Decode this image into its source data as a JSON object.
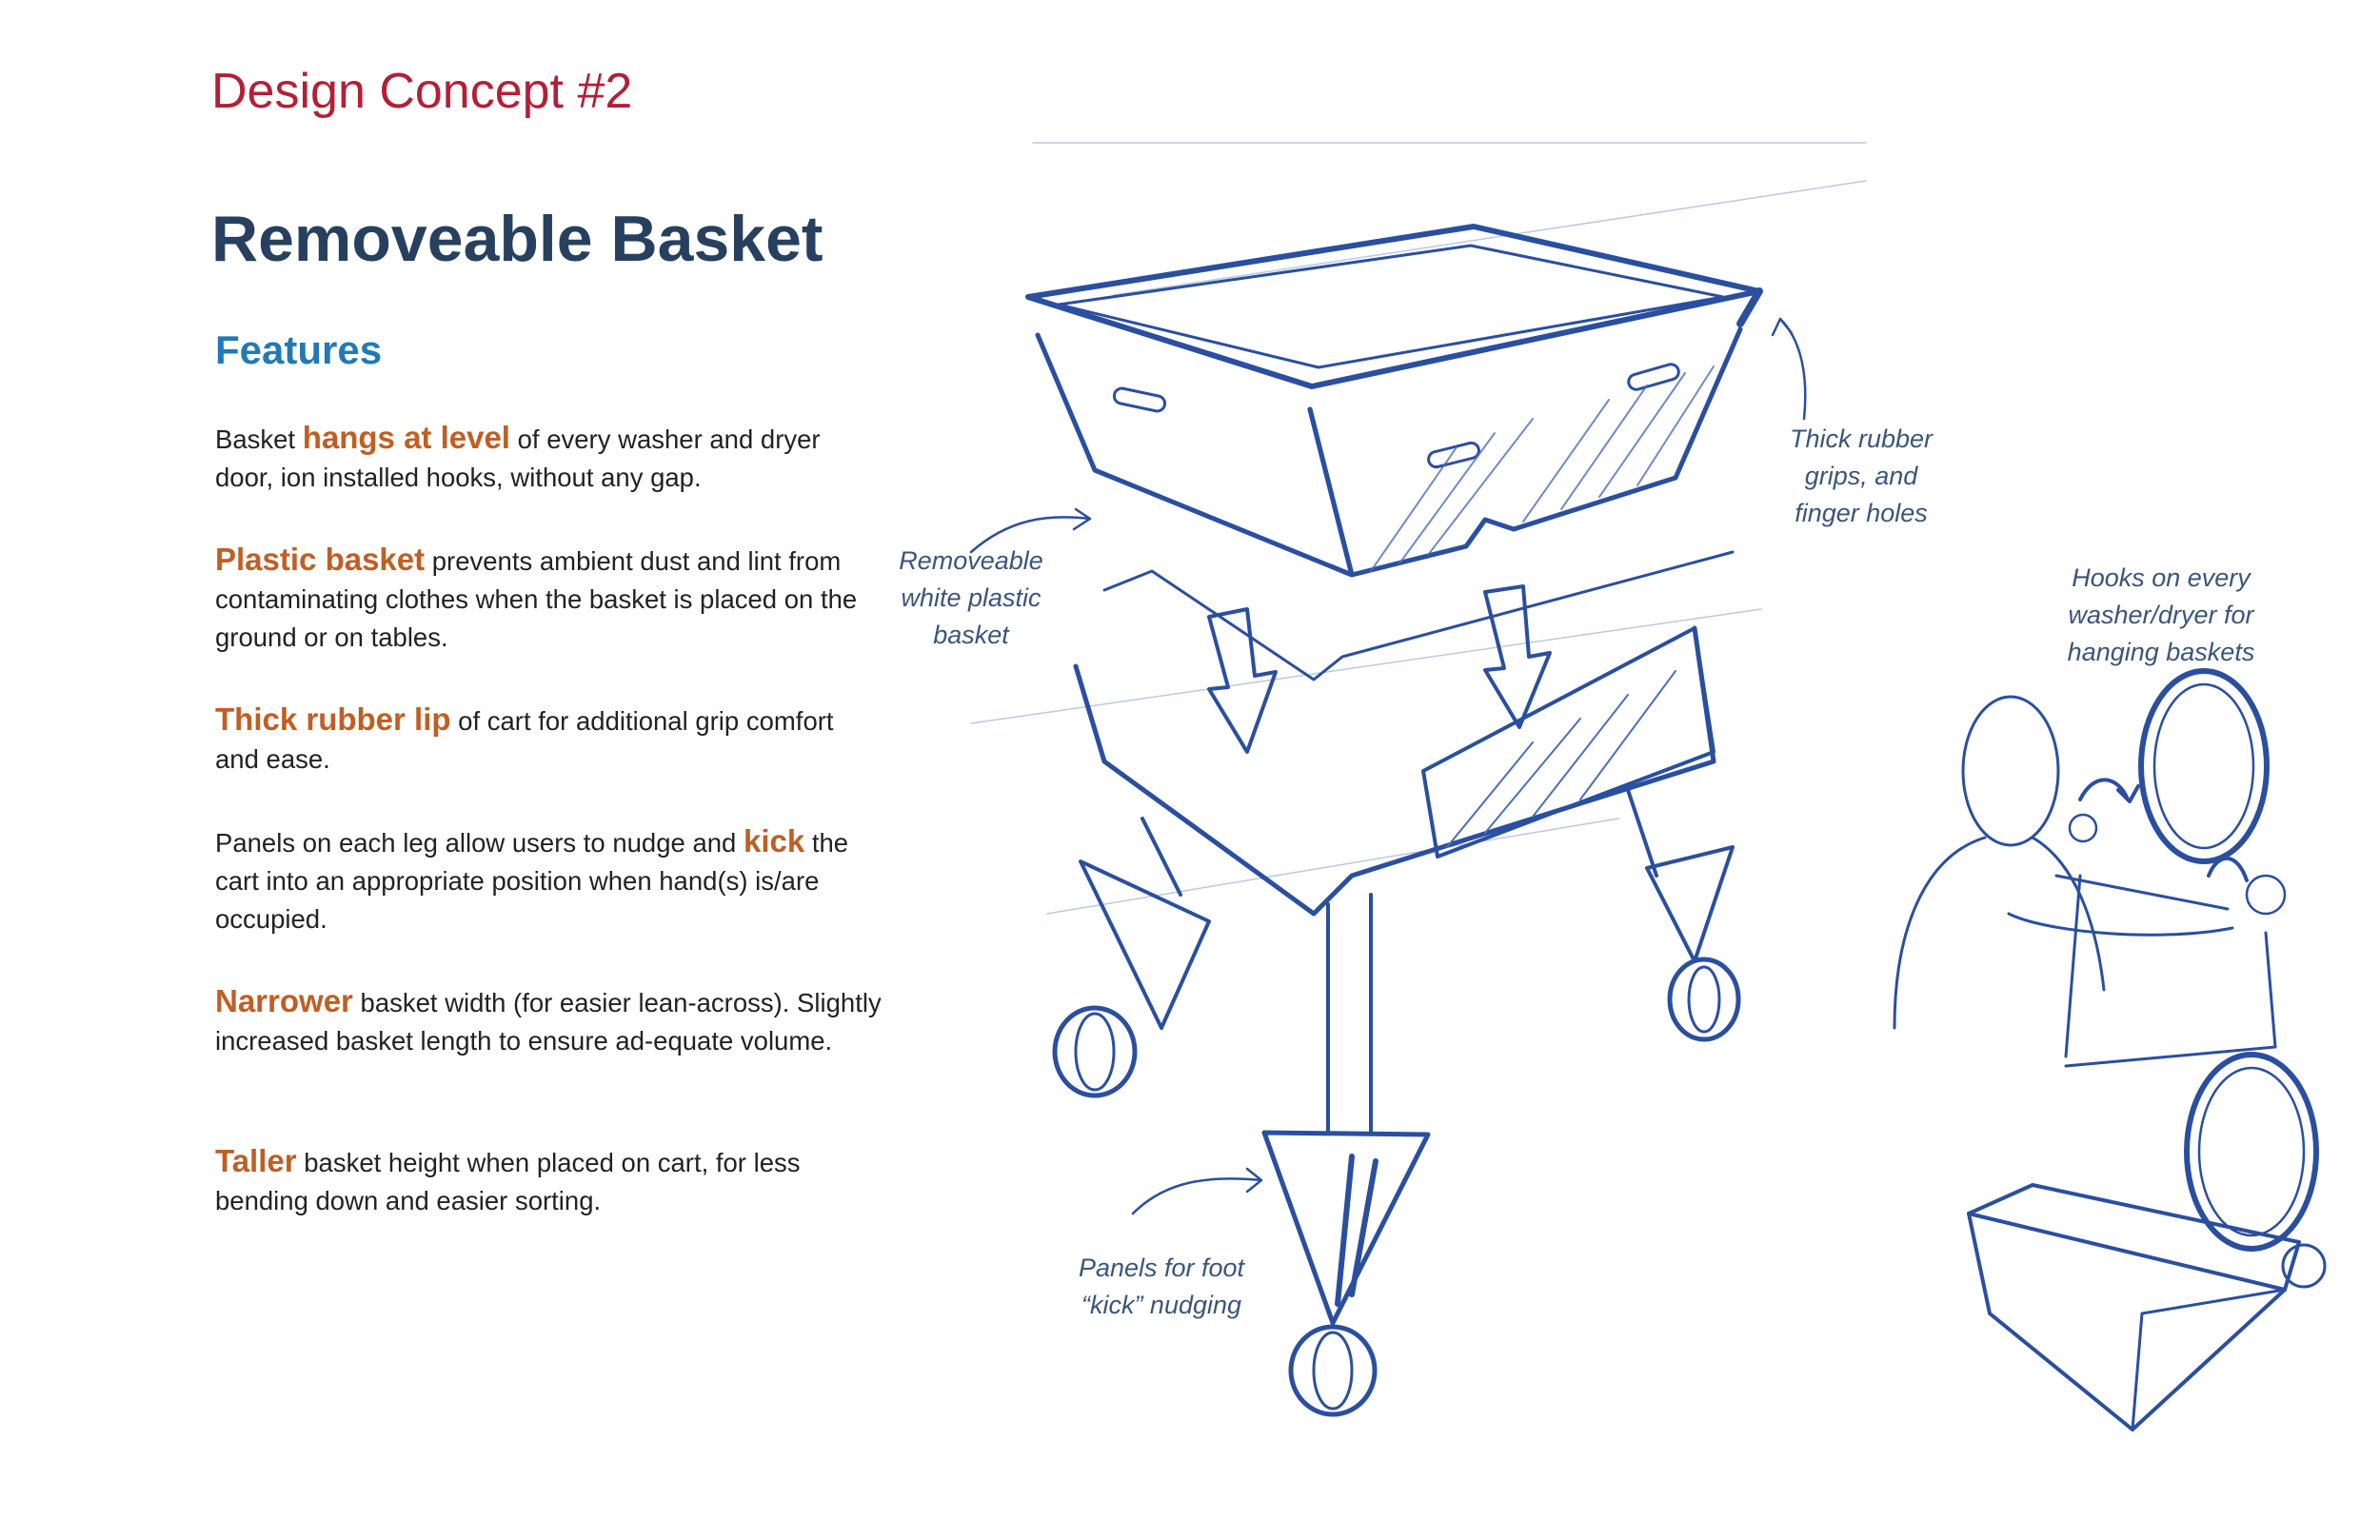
{
  "header": {
    "concept": "Design Concept #2",
    "title": "Removeable Basket",
    "features_heading": "Features"
  },
  "features": [
    {
      "before": "Basket ",
      "highlight": "hangs at level",
      "after": " of every washer and dryer door, ion installed hooks, without any gap."
    },
    {
      "before": "",
      "highlight": "Plastic basket",
      "after": " prevents ambient dust and lint from contaminating clothes when the basket is placed on the ground or on tables."
    },
    {
      "before": "",
      "highlight": "Thick rubber lip",
      "after": " of cart for additional grip comfort and ease."
    },
    {
      "before": "Panels on each leg allow users to nudge and ",
      "highlight": "kick",
      "after": " the cart into an appropriate position when hand(s) is/are occupied."
    },
    {
      "before": "",
      "highlight": "Narrower",
      "after": " basket width (for easier lean-across). Slightly increased basket length to ensure ad-equate volume."
    },
    {
      "before": "",
      "highlight": "Taller",
      "after": " basket height when placed on cart, for less bending down and easier sorting."
    }
  ],
  "annotations": {
    "rubber_grips": [
      "Thick rubber",
      "grips, and",
      "finger holes"
    ],
    "plastic_basket": [
      "Removeable",
      "white plastic",
      "basket"
    ],
    "hooks": [
      "Hooks on every",
      "washer/dryer for",
      "hanging baskets"
    ],
    "foot_panels": [
      "Panels for foot",
      "“kick” nudging"
    ]
  },
  "colors": {
    "concept": "#b41f36",
    "title": "#27405f",
    "features_heading": "#2279b5",
    "highlight": "#c05e24",
    "annotation": "#3b557a",
    "sketch_ink": "#2a4fa0"
  }
}
